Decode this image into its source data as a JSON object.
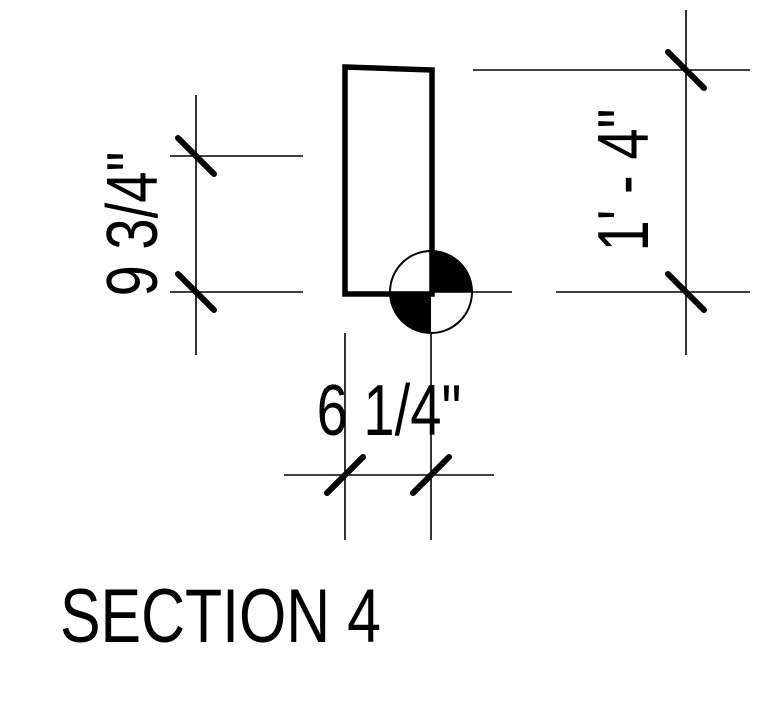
{
  "drawing": {
    "dim_vertical_left": "9 3/4\"",
    "dim_horizontal_bottom": "6 1/4\"",
    "dim_vertical_right": "1' - 4\"",
    "section_label": "SECTION 4"
  },
  "colors": {
    "ink": "#000000",
    "background": "#ffffff"
  }
}
